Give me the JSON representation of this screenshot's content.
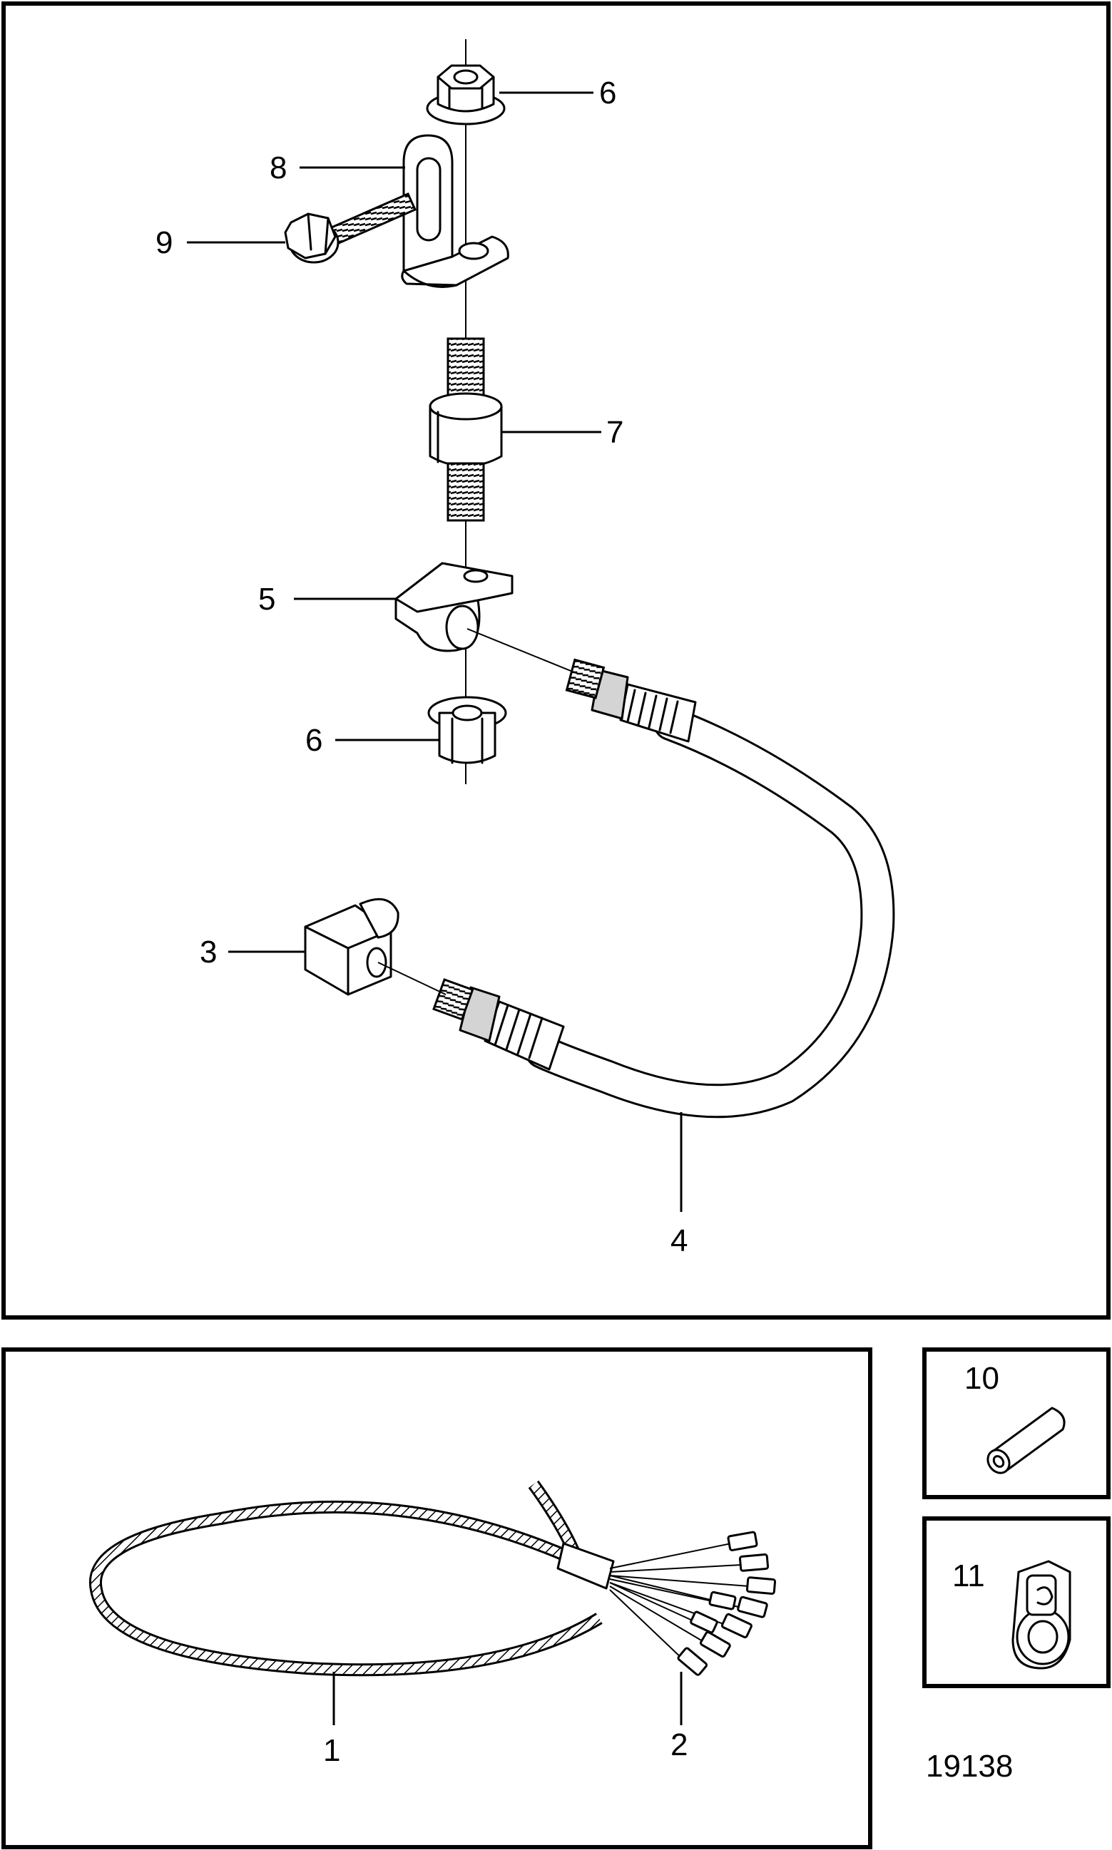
{
  "diagram": {
    "reference_number": "19138",
    "callouts": {
      "c1": "1",
      "c2": "2",
      "c3": "3",
      "c4": "4",
      "c5": "5",
      "c6a": "6",
      "c6b": "6",
      "c7": "7",
      "c8": "8",
      "c9": "9",
      "c10": "10",
      "c11": "11"
    }
  }
}
